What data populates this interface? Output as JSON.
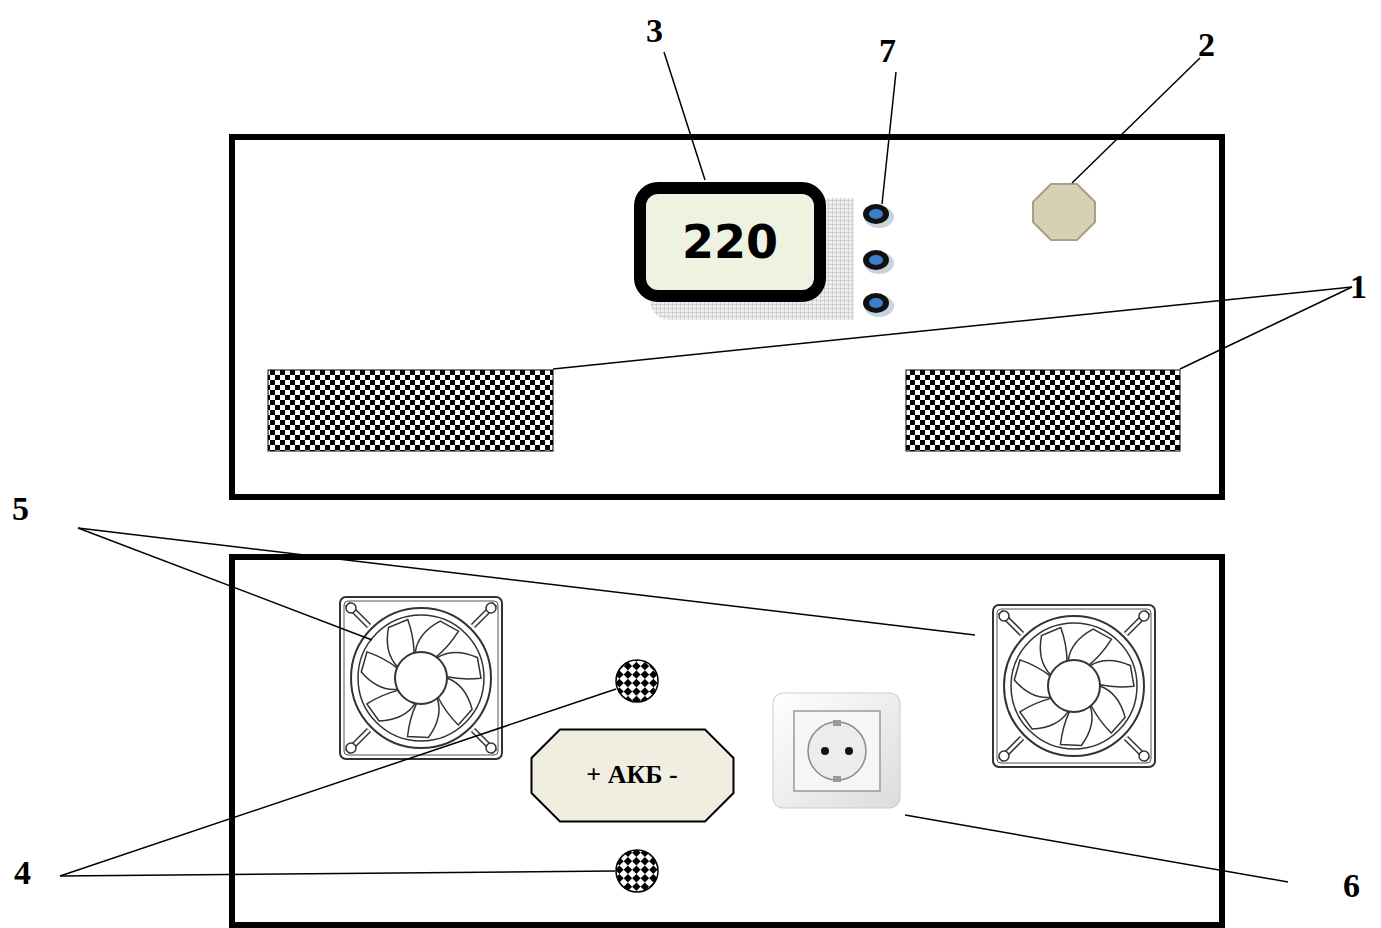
{
  "diagram": {
    "nodes": [
      {
        "text": [
          "220"
        ]
      },
      {
        "text": [
          "+ АКБ -"
        ]
      }
    ],
    "labels": [
      "3",
      "7",
      "2",
      "1",
      "5",
      "4",
      "6"
    ]
  }
}
